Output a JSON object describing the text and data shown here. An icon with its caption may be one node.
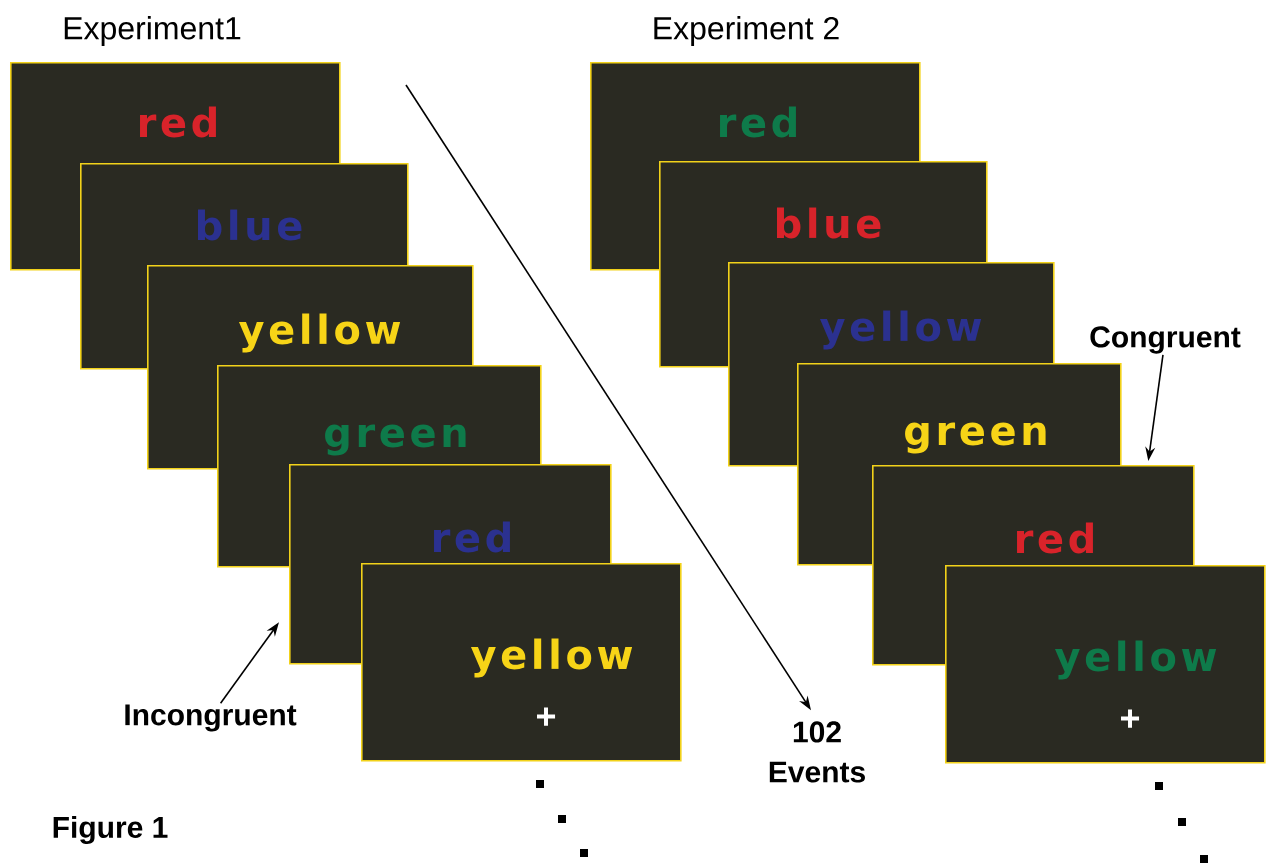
{
  "diagram": {
    "caption": "Figure 1",
    "nodes": [
      {
        "text": [
          "red"
        ]
      },
      {
        "text": [
          "blue"
        ]
      },
      {
        "text": [
          "yellow"
        ]
      },
      {
        "text": [
          "green"
        ]
      },
      {
        "text": [
          "red"
        ]
      },
      {
        "text": [
          "yellow",
          "+"
        ]
      },
      {
        "text": [
          "red"
        ]
      },
      {
        "text": [
          "blue"
        ]
      },
      {
        "text": [
          "yellow"
        ]
      },
      {
        "text": [
          "green"
        ]
      },
      {
        "text": [
          "red"
        ]
      },
      {
        "text": [
          "yellow",
          "+"
        ]
      },
      {
        "text": [
          "Congruent"
        ]
      },
      {
        "text": [
          "Incongruent"
        ]
      },
      {
        "text": [
          "102 Events"
        ]
      }
    ],
    "edges": [
      {
        "from": 12,
        "to": 10,
        "arrow": "to"
      },
      {
        "from": 13,
        "to": 4,
        "arrow": "to"
      },
      {
        "from": null,
        "to": 14,
        "arrow": "to"
      }
    ],
    "labels": [
      "Experiment1",
      "Experiment 2"
    ]
  }
}
